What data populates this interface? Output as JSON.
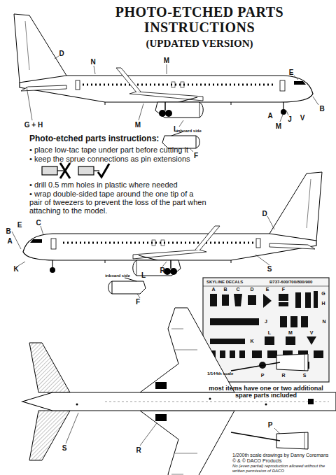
{
  "diagram": {
    "title": "PHOTO-ETCHED PARTS INSTRUCTIONS",
    "labels": [
      "(UPDATED VERSION)",
      "D",
      "N",
      "M",
      "E",
      "B",
      "G + H",
      "M",
      "A",
      "M",
      "J",
      "V",
      "L",
      "inboard side",
      "F",
      "Photo-etched parts instructions:",
      "• place low-tac tape under part before cutting it",
      "• keep the sprue connections as pin extensions",
      "• drill 0.5 mm holes in plastic where needed",
      "• wrap double-sided tape around the one tip of a pair of tweezers to prevent the loss of the part when attaching to the model.",
      "C",
      "D",
      "B",
      "A",
      "E",
      "K",
      "R",
      "S",
      "inboard side",
      "L",
      "F",
      "SKYLINE DECALS",
      "B737-600/700/800/900",
      "A",
      "B",
      "C",
      "D",
      "E",
      "F",
      "G",
      "H",
      "J",
      "N",
      "K",
      "L",
      "M",
      "V",
      "1/144th scale",
      "P",
      "R",
      "S",
      "most items have one or two additional spare parts included",
      "S",
      "R",
      "P",
      "1/200th scale drawings by Danny Coremans",
      "© & © DACO Products",
      "No (even partial) reproduction allowed without the written permission of DACO"
    ]
  }
}
